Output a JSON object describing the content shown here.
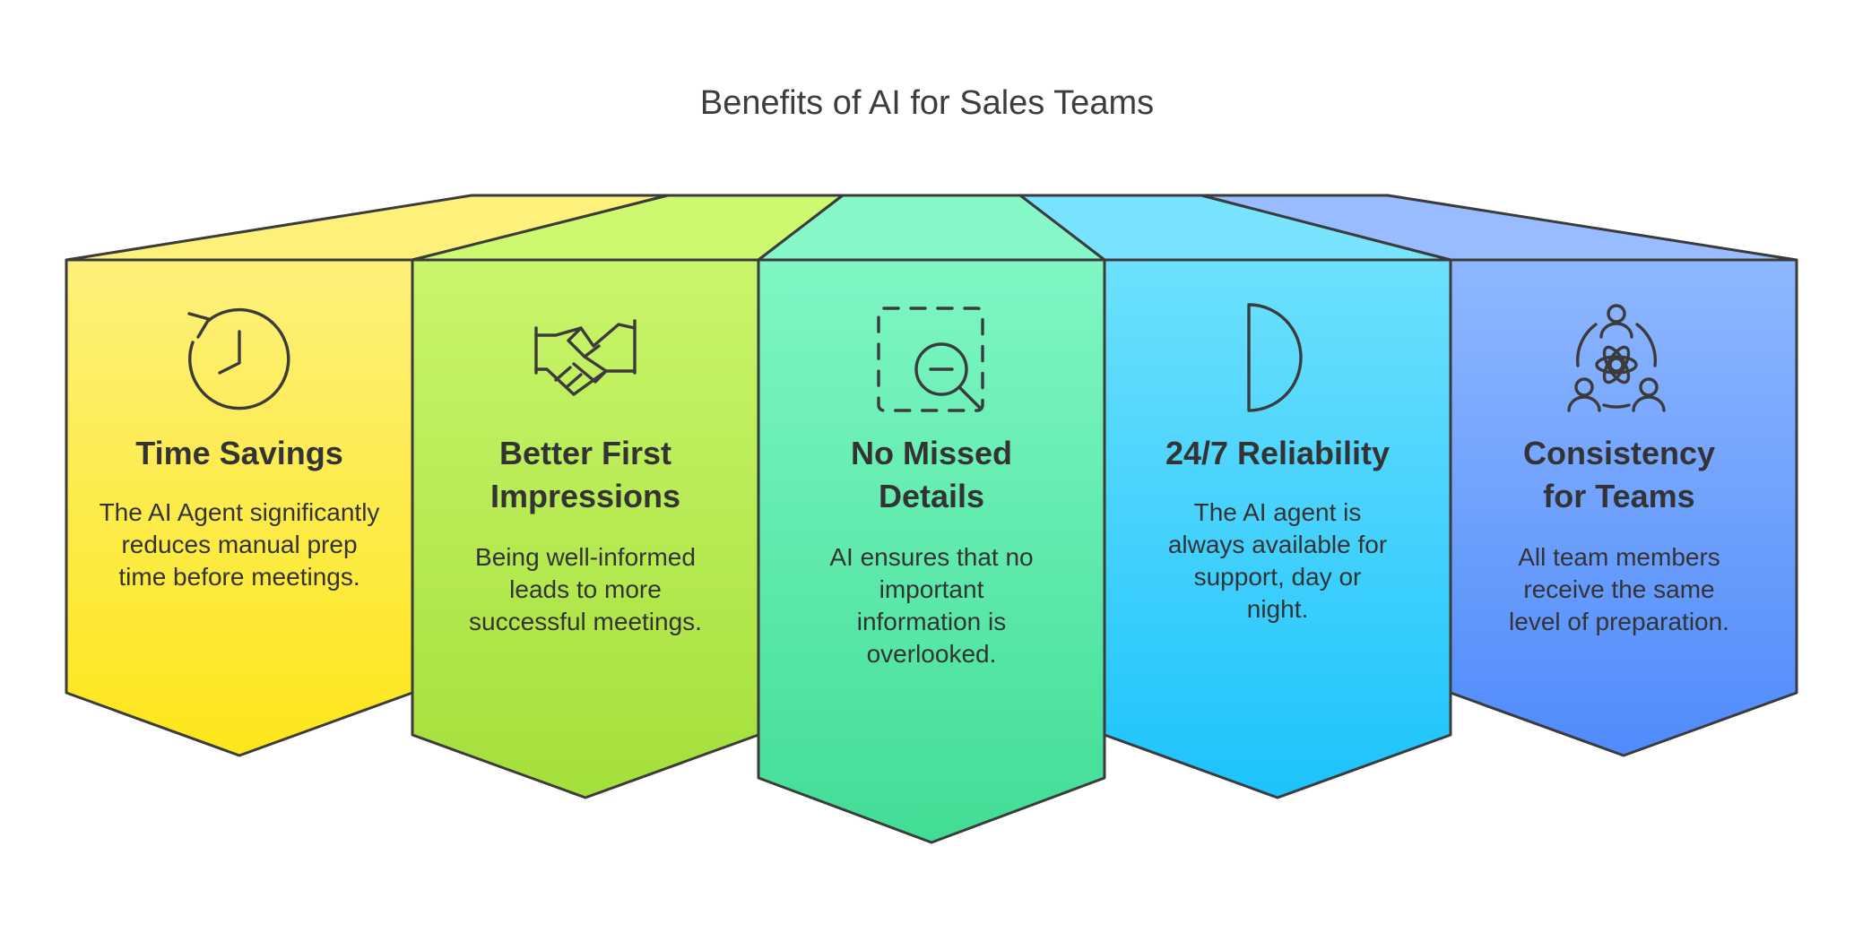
{
  "title": "Benefits of AI for Sales Teams",
  "panels": [
    {
      "title": "Time Savings",
      "description": "The AI Agent significantly reduces manual prep time before meetings.",
      "icon": "clock-rewind-icon",
      "colors": [
        "#fdf07b",
        "#fde61a"
      ],
      "top_color": "#fdf07b"
    },
    {
      "title": "Better First Impressions",
      "description": "Being well-informed leads to more successful meetings.",
      "icon": "handshake-icon",
      "colors": [
        "#c9f56c",
        "#a5df3a"
      ],
      "top_color": "#cdf870"
    },
    {
      "title": "No Missed Details",
      "description": "AI ensures that no important information is overlooked.",
      "icon": "magnifier-icon",
      "colors": [
        "#7ff7c4",
        "#41dd95"
      ],
      "top_color": "#86f8c7"
    },
    {
      "title": "24/7 Reliability",
      "description": "The AI agent is always available for support, day or night.",
      "icon": "half-moon-icon",
      "colors": [
        "#6de0fd",
        "#1cc3fc"
      ],
      "top_color": "#77e3fd"
    },
    {
      "title": "Consistency for Teams",
      "description": "All team members receive the same level of preparation.",
      "icon": "team-gear-icon",
      "colors": [
        "#8fb7ff",
        "#4f8bfb"
      ],
      "top_color": "#98bcff"
    }
  ]
}
